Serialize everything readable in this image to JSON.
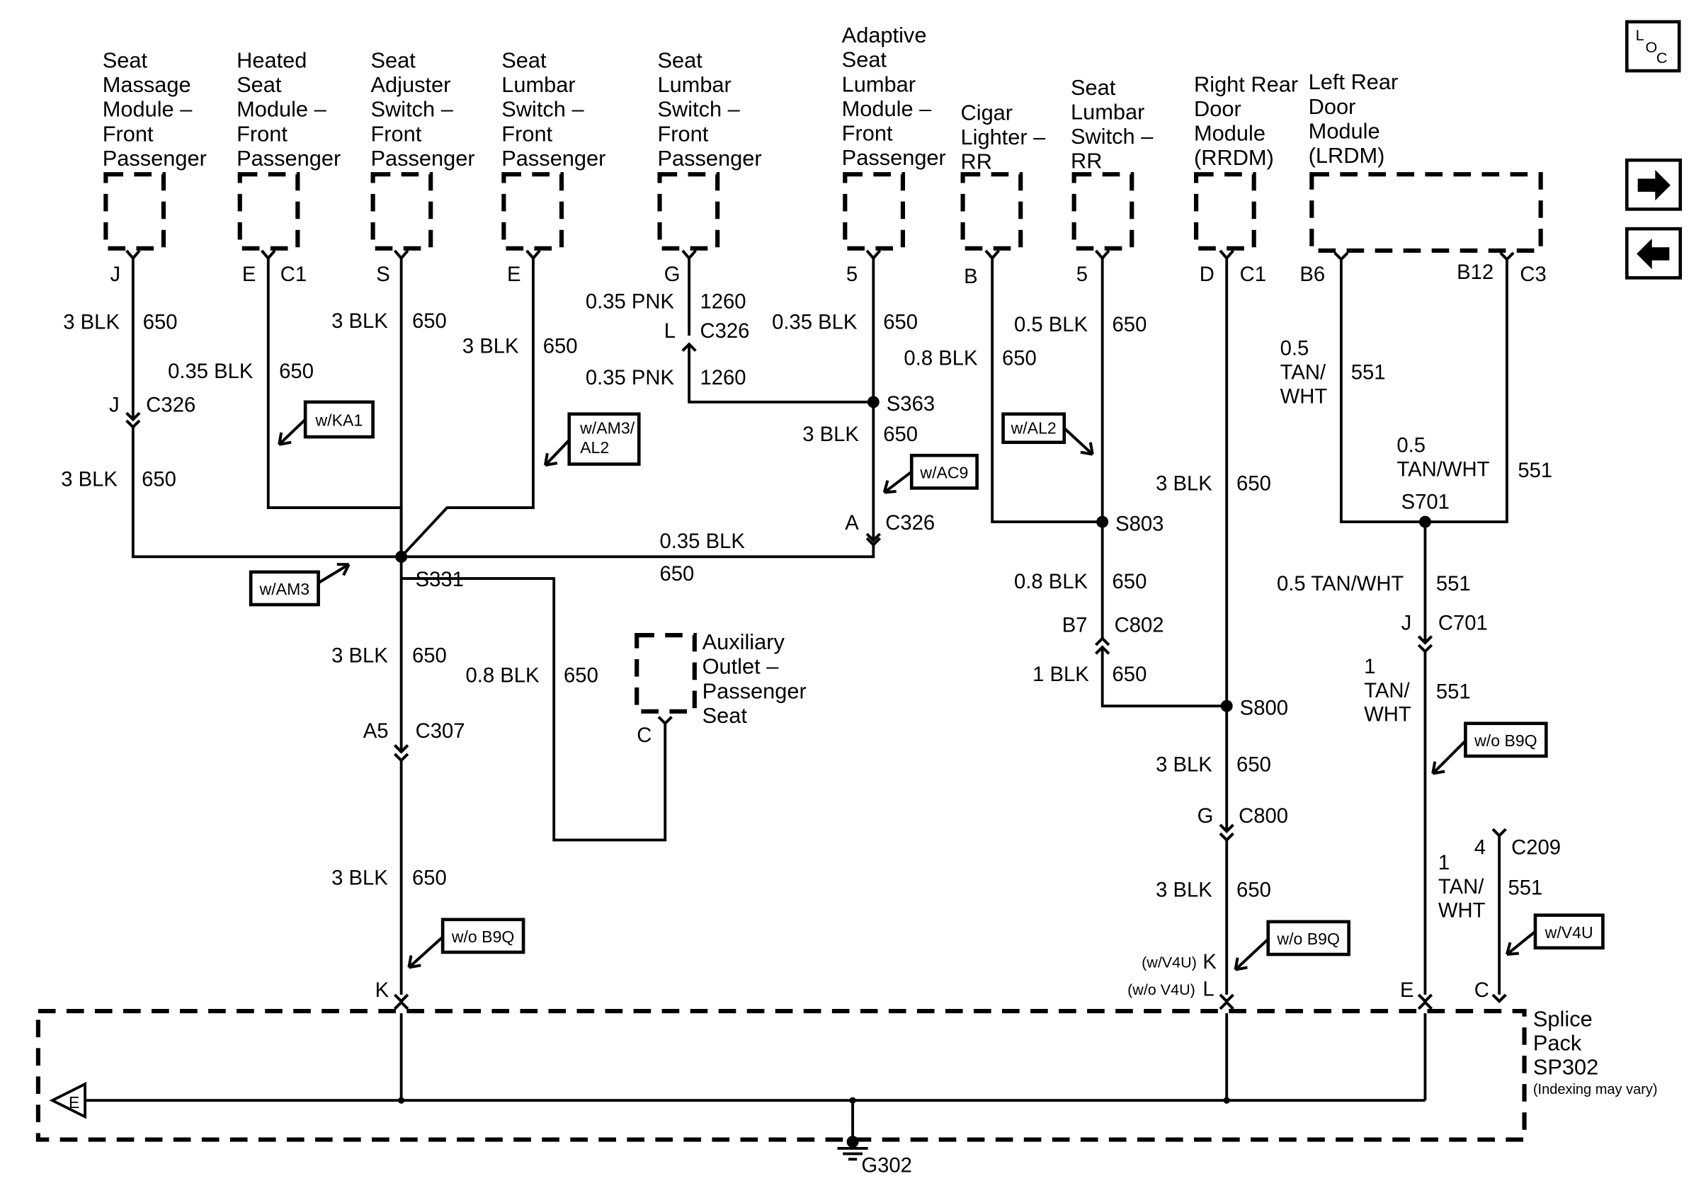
{
  "components": [
    {
      "key": "seat_massage",
      "lines": [
        "Seat",
        "Massage",
        "Module –",
        "Front",
        "Passenger"
      ]
    },
    {
      "key": "heated_seat",
      "lines": [
        "Heated",
        "Seat",
        "Module –",
        "Front",
        "Passenger"
      ]
    },
    {
      "key": "seat_adjuster",
      "lines": [
        "Seat",
        "Adjuster",
        "Switch –",
        "Front",
        "Passenger"
      ]
    },
    {
      "key": "lumbar_a",
      "lines": [
        "Seat",
        "Lumbar",
        "Switch –",
        "Front",
        "Passenger"
      ]
    },
    {
      "key": "lumbar_b",
      "lines": [
        "Seat",
        "Lumbar",
        "Switch –",
        "Front",
        "Passenger"
      ]
    },
    {
      "key": "adaptive",
      "lines": [
        "Adaptive",
        "Seat",
        "Lumbar",
        "Module –",
        "Front",
        "Passenger"
      ]
    },
    {
      "key": "cigar",
      "lines": [
        "Cigar",
        "Lighter –",
        "RR"
      ]
    },
    {
      "key": "lumbar_rr",
      "lines": [
        "Seat",
        "Lumbar",
        "Switch –",
        "RR"
      ]
    },
    {
      "key": "rrdm",
      "lines": [
        "Right Rear",
        "Door",
        "Module",
        "(RRDM)"
      ]
    },
    {
      "key": "lrdm",
      "lines": [
        "Left Rear",
        "Door",
        "Module",
        "(LRDM)"
      ]
    },
    {
      "key": "aux",
      "lines": [
        "Auxiliary",
        "Outlet –",
        "Passenger",
        "Seat"
      ]
    },
    {
      "key": "splice",
      "lines": [
        "Splice",
        "Pack",
        "SP302"
      ]
    }
  ],
  "splice_note": "(Indexing may vary)",
  "labels": {
    "l01": "J",
    "l02": "E",
    "l03": "C1",
    "l04": "S",
    "l05": "E",
    "l06": "G",
    "l07": "5",
    "l08": "B",
    "l09": "5",
    "l10": "D",
    "l11": "C1",
    "l12": "B6",
    "l13": "B12",
    "l14": "C3",
    "l15": "3 BLK",
    "l16": "650",
    "l17": "0.35 BLK",
    "l18": "650",
    "l19": "3 BLK",
    "l20": "650",
    "l21": "3 BLK",
    "l22": "650",
    "l23": "0.35 PNK",
    "l24": "1260",
    "l25": "L",
    "l26": "C326",
    "l27": "0.35 PNK",
    "l28": "1260",
    "l29": "0.35 BLK",
    "l30": "650",
    "l31": "S363",
    "l32": "3 BLK",
    "l33": "650",
    "l34": "A",
    "l35": "C326",
    "l36": "0.8 BLK",
    "l37": "650",
    "l38": "0.5 BLK",
    "l39": "650",
    "l40": "S803",
    "l41": "0.8 BLK",
    "l42": "650",
    "l43": "B7",
    "l44": "C802",
    "l45": "1 BLK",
    "l46": "650",
    "l47": "S800",
    "l48": "3 BLK",
    "l49": "650",
    "l50": "3 BLK",
    "l51": "650",
    "l52": "G",
    "l53": "C800",
    "l54": "3 BLK",
    "l55": "650",
    "l56": "(w/V4U)",
    "l57": "K",
    "l58": "(w/o V4U)",
    "l59": "L",
    "l60": "0.5",
    "l61": "TAN/",
    "l62": "WHT",
    "l63": "551",
    "l64": "0.5",
    "l65": "TAN/WHT",
    "l66": "551",
    "l67": "S701",
    "l68": "0.5 TAN/WHT",
    "l69": "551",
    "l70": "J",
    "l71": "C701",
    "l72": "1",
    "l73": "TAN/",
    "l74": "WHT",
    "l75": "551",
    "l76": "1",
    "l77": "TAN/",
    "l78": "WHT",
    "l79": "551",
    "l80": "4",
    "l81": "C209",
    "l82": "E",
    "l83": "C",
    "l84": "J",
    "l85": "C326",
    "l86": "3 BLK",
    "l87": "650",
    "l88": "0.35 BLK",
    "l89": "650",
    "l90": "S331",
    "l91": "3 BLK",
    "l92": "650",
    "l93": "0.8 BLK",
    "l94": "650",
    "l95": "A5",
    "l96": "C307",
    "l97": "3 BLK",
    "l98": "650",
    "l99": "K",
    "l100": "C",
    "l101": "G302",
    "l102": "E"
  },
  "tags": {
    "ka1": "w/KA1",
    "am3al2_a": "w/AM3/",
    "am3al2_b": "AL2",
    "ac9": "w/AC9",
    "al2": "w/AL2",
    "am3": "w/AM3",
    "b9q_left": "w/o B9Q",
    "b9q_mid": "w/o B9Q",
    "b9q_right": "w/o B9Q",
    "v4u": "w/V4U"
  },
  "nav": {
    "loc_l": "L",
    "loc_o": "O",
    "loc_c": "C"
  },
  "icons": {
    "next": "arrow-right-icon",
    "prev": "arrow-left-icon",
    "ground": "ground-icon"
  }
}
